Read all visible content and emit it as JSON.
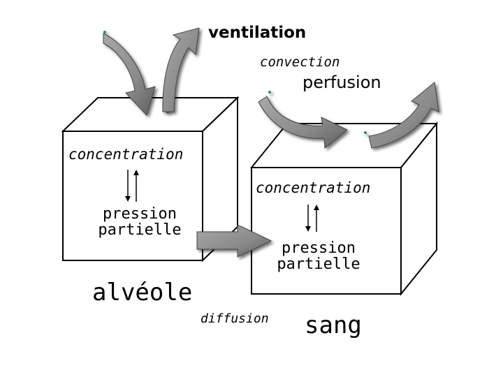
{
  "labels": {
    "ventilation": "ventilation",
    "convection": "convection",
    "perfusion": "perfusion",
    "alveolus_concentration": "concentration",
    "alveolus_pressure_line1": "pression",
    "alveolus_pressure_line2": "partielle",
    "alveolus_name": "alvéole",
    "blood_concentration": "concentration",
    "blood_pressure_line1": "pression",
    "blood_pressure_line2": "partielle",
    "diffusion": "diffusion",
    "blood_name": "sang"
  },
  "colors": {
    "arrow_fill": "#8c8c8c",
    "arrow_shadow": "#3f3f3f",
    "arrow_tip_accent": "#2e8b57",
    "cube_face": "#ffffff",
    "cube_edge": "#000000",
    "text": "#000000"
  }
}
